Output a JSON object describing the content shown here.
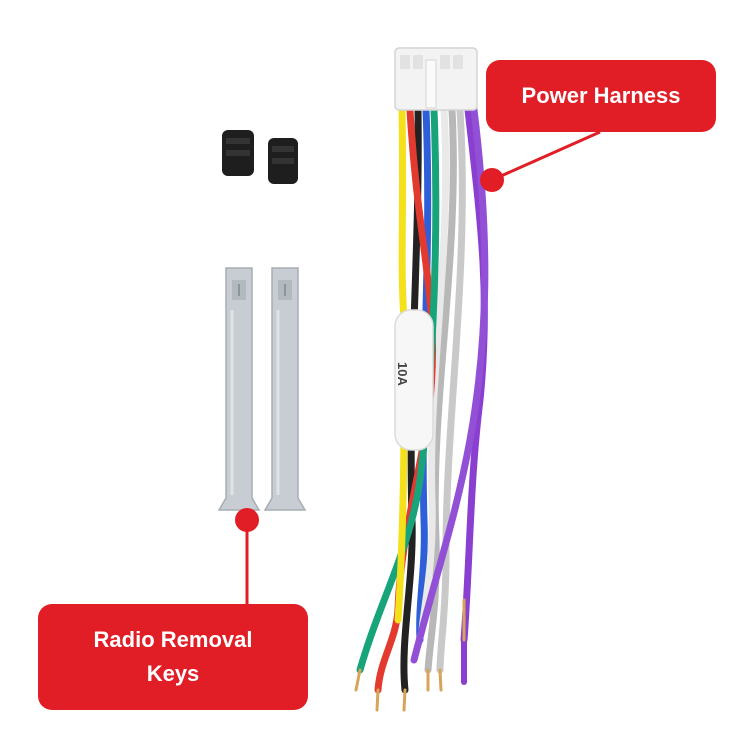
{
  "callouts": {
    "power_harness": "Power Harness",
    "radio_removal_keys_line1": "Radio Removal",
    "radio_removal_keys_line2": "Keys"
  },
  "harness": {
    "fuse_label": "10A"
  },
  "colors": {
    "callout_red": "#e11d26",
    "wire_yellow": "#f4e11c",
    "wire_red": "#e23a2e",
    "wire_green": "#17a47a",
    "wire_purple": "#8a3fd1",
    "wire_blue": "#2f5fd8",
    "wire_gray": "#b8b8b8",
    "wire_black": "#222222",
    "wire_white": "#f2f2f2",
    "key_metal": "#c7cdd2"
  }
}
